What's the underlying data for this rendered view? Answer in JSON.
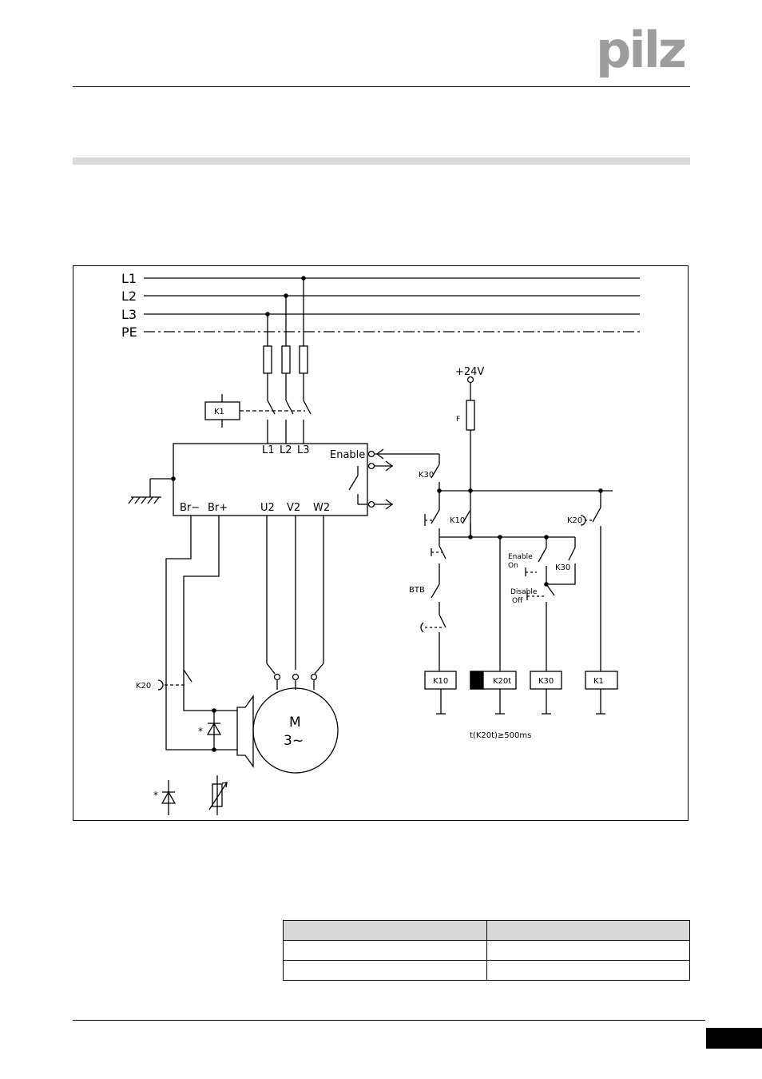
{
  "brand": {
    "name": "pilz",
    "color": "#9d9d9d"
  },
  "diagram": {
    "mains_lines": [
      "L1",
      "L2",
      "L3",
      "PE"
    ],
    "amplifier": {
      "inputs": [
        "L1",
        "L2",
        "L3"
      ],
      "enable_label": "Enable",
      "outputs": [
        "Br−",
        "Br+",
        "U2",
        "V2",
        "W2"
      ]
    },
    "supply_label": "+24V",
    "fuse_label": "F",
    "contactor_label": "K1",
    "contacts": {
      "k30": "K30",
      "k10": "K10",
      "k20": "K20",
      "btb": "BTB",
      "enable_on": [
        "Enable",
        "On"
      ],
      "disable_off": [
        "Disable",
        "Off"
      ]
    },
    "coils": [
      "K10",
      "K20t",
      "K30",
      "K1"
    ],
    "motor": {
      "line1": "M",
      "line2": "3~"
    },
    "timing_note": "t(K20t)≥500ms",
    "footnote_marker": "*"
  },
  "table": {
    "rows": [
      [
        "",
        ""
      ],
      [
        "",
        ""
      ],
      [
        "",
        ""
      ]
    ]
  }
}
